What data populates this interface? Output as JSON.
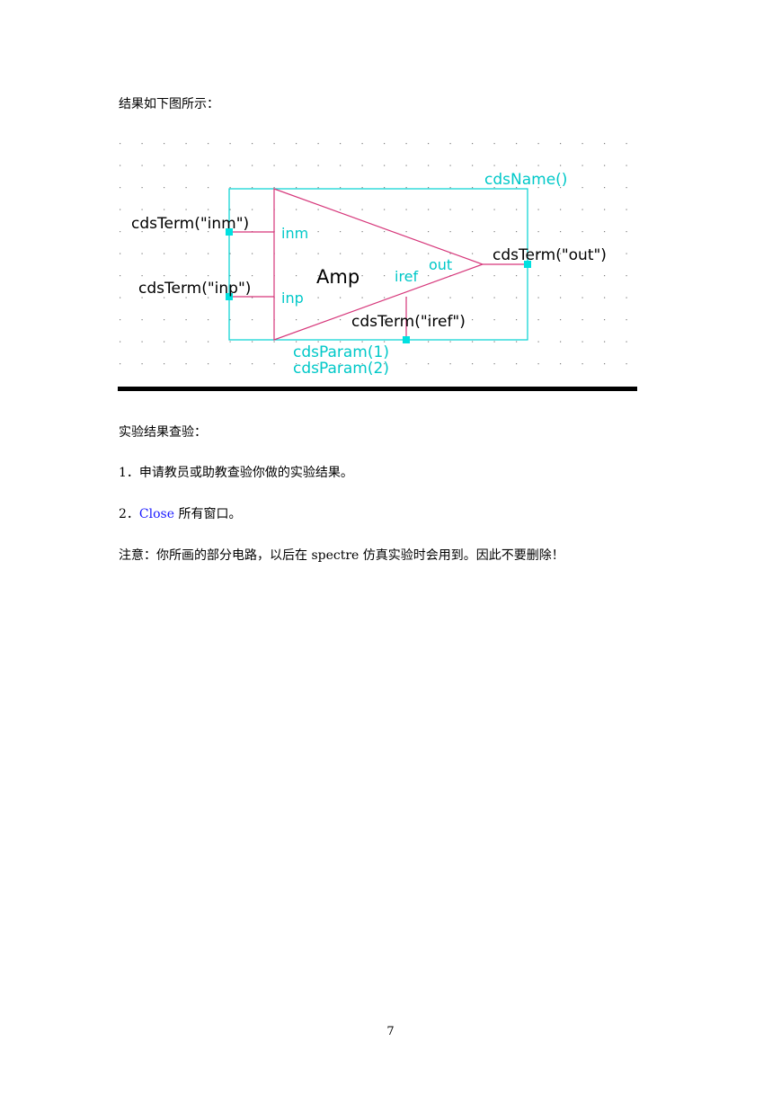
{
  "intro": "结果如下图所示：",
  "figure": {
    "instance_name": "cdsName()",
    "symbol_label": "Amp",
    "pins": {
      "inm": "inm",
      "inp": "inp",
      "out": "out",
      "iref": "iref"
    },
    "terms": {
      "inm": "cdsTerm(\"inm\")",
      "inp": "cdsTerm(\"inp\")",
      "out": "cdsTerm(\"out\")",
      "iref": "cdsTerm(\"iref\")"
    },
    "params": [
      "cdsParam(1)",
      "cdsParam(2)"
    ],
    "colors": {
      "selection_box": "#00d2d2",
      "symbol_body": "#d6367a",
      "pin_square": "#00e0e0",
      "grid_dot": "#7f7f7f",
      "label_text": "#000000",
      "pin_text": "#00c8c8"
    }
  },
  "check": {
    "heading": "实验结果查验：",
    "step1_num": "1．",
    "step1_text": "申请教员或助教查验你做的实验结果。",
    "step2_num": "2．",
    "step2_cmd": "Close",
    "step2_text": " 所有窗口。",
    "note": "注意：你所画的部分电路，以后在 spectre 仿真实验时会用到。因此不要删除！"
  },
  "page_number": "7"
}
